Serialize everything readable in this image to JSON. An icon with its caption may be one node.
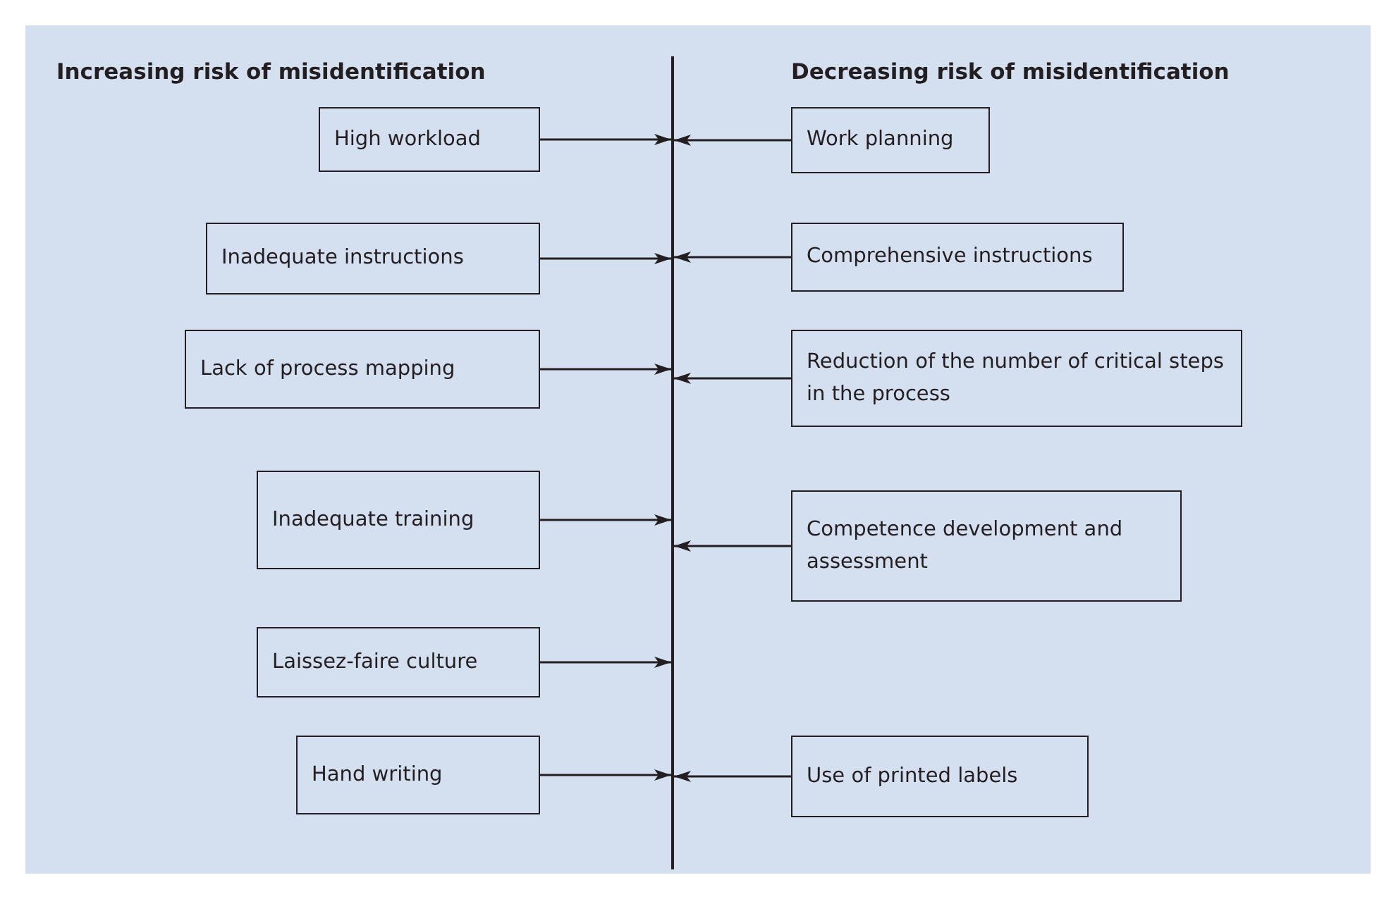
{
  "diagram": {
    "nodes": [
      {
        "text": [
          "High workload"
        ]
      },
      {
        "text": [
          "Work planning"
        ]
      },
      {
        "text": [
          "Inadequate instructions"
        ]
      },
      {
        "text": [
          "Comprehensive instructions"
        ]
      },
      {
        "text": [
          "Lack of process mapping"
        ]
      },
      {
        "text": [
          "Reduction of the number of critical steps in the process"
        ]
      },
      {
        "text": [
          "Inadequate training"
        ]
      },
      {
        "text": [
          "Competence development and assessment"
        ]
      },
      {
        "text": [
          "Laissez-faire culture"
        ]
      },
      {
        "text": [
          "Hand writing"
        ]
      },
      {
        "text": [
          "Use of printed labels"
        ]
      },
      {
        "text": [],
        "shape": "bar"
      }
    ],
    "edges": [
      {
        "from": 0,
        "to": 11,
        "arrow": "to"
      },
      {
        "from": 1,
        "to": 11,
        "arrow": "to"
      },
      {
        "from": 2,
        "to": 11,
        "arrow": "to"
      },
      {
        "from": 3,
        "to": 11,
        "arrow": "to"
      },
      {
        "from": 4,
        "to": 11,
        "arrow": "to"
      },
      {
        "from": 5,
        "to": 11,
        "arrow": "to"
      },
      {
        "from": 6,
        "to": 11,
        "arrow": "to"
      },
      {
        "from": 7,
        "to": 11,
        "arrow": "to"
      },
      {
        "from": 8,
        "to": 11,
        "arrow": "to"
      },
      {
        "from": 9,
        "to": 11,
        "arrow": "to"
      },
      {
        "from": 10,
        "to": 11,
        "arrow": "to"
      }
    ],
    "labels": [
      "Increasing risk of misidentification",
      "Decreasing risk of misidentification"
    ]
  }
}
